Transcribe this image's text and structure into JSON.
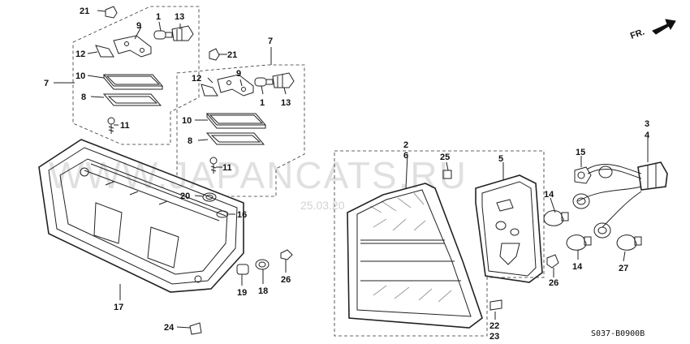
{
  "direction_marker": "FR.",
  "watermark": "WWW.JAPANCATS.RU",
  "watermark_date": "25.03.20",
  "diagram_code": "S037-B0900B",
  "callouts": [
    "21",
    "1",
    "9",
    "13",
    "12",
    "7",
    "10",
    "8",
    "11",
    "21",
    "12",
    "9",
    "1",
    "13",
    "7",
    "10",
    "8",
    "11",
    "20",
    "16",
    "26",
    "19",
    "18",
    "17",
    "24",
    "2",
    "6",
    "25",
    "5",
    "3",
    "4",
    "15",
    "14",
    "14",
    "27",
    "26",
    "22",
    "23"
  ]
}
